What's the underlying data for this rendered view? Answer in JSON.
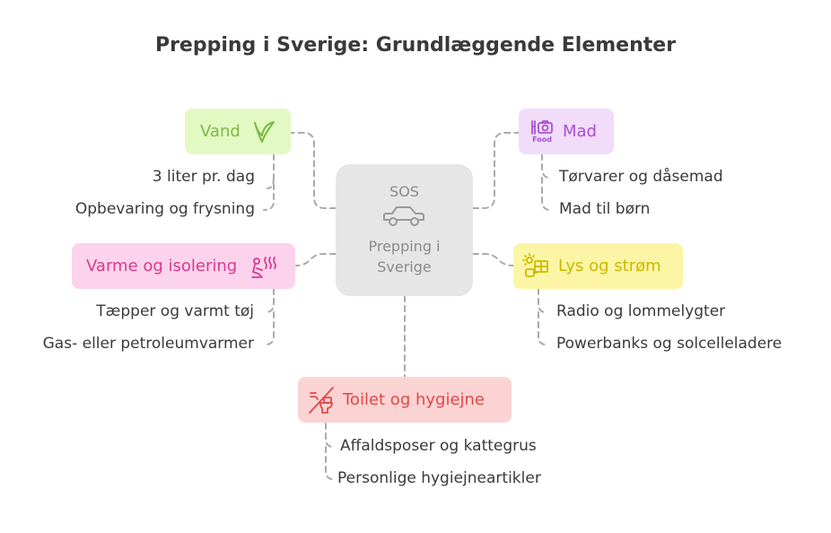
{
  "title": "Prepping i Sverige: Grundlæggende Elementer",
  "center": {
    "top": "SOS",
    "label": "Prepping i Sverige",
    "icon": "car-icon"
  },
  "colors": {
    "vand_bg": "#e2f9c3",
    "vand_fg": "#7cb843",
    "mad_bg": "#f1dcfa",
    "mad_fg": "#a94ed6",
    "varme_bg": "#fcd3ec",
    "varme_fg": "#d8398f",
    "lys_bg": "#fbf5a5",
    "lys_fg": "#cdb800",
    "toilet_bg": "#fcd3d3",
    "toilet_fg": "#e04848",
    "center_bg": "#e6e6e6",
    "connector": "#aaaaaa"
  },
  "branches": {
    "vand": {
      "label": "Vand",
      "icon": "leaf-icon",
      "items": [
        "3 liter pr. dag",
        "Opbevaring og frysning"
      ]
    },
    "mad": {
      "label": "Mad",
      "icon": "food-icon",
      "icon_text": "Food",
      "items": [
        "Tørvarer og dåsemad",
        "Mad til børn"
      ]
    },
    "varme": {
      "label": "Varme og isolering",
      "icon": "heat-person-icon",
      "items": [
        "Tæpper og varmt tøj",
        "Gas- eller petroleumvarmer"
      ]
    },
    "lys": {
      "label": "Lys og strøm",
      "icon": "solar-panel-icon",
      "items": [
        "Radio og lommelygter",
        "Powerbanks og solcelleladere"
      ]
    },
    "toilet": {
      "label": "Toilet og hygiejne",
      "icon": "toilet-icon",
      "items": [
        "Affaldsposer og kattegrus",
        "Personlige hygiejneartikler"
      ]
    }
  }
}
